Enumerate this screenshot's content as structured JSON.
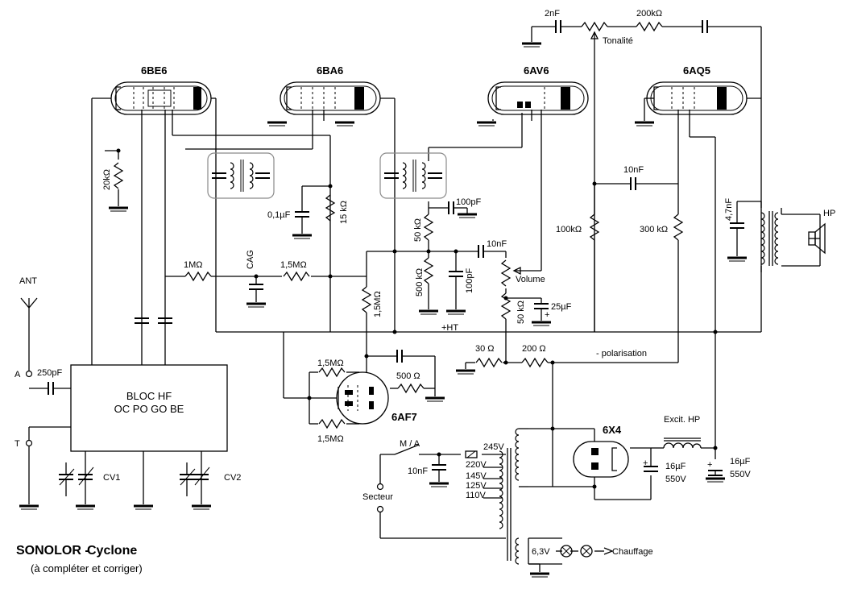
{
  "tubes": {
    "t1": "6BE6",
    "t2": "6BA6",
    "t3": "6AV6",
    "t4": "6AQ5",
    "t5": "6AF7",
    "t6": "6X4"
  },
  "labels": {
    "c_2nf": "2nF",
    "r_200k": "200kΩ",
    "tonalite": "Tonalité",
    "r_20k": "20kΩ",
    "c_01uf": "0,1µF",
    "r_15k": "15 kΩ",
    "c_100pf_a": "100pF",
    "r_50k_a": "50 kΩ",
    "c_10nf_a": "10nF",
    "r_100k": "100kΩ",
    "c_10nf_b": "10nF",
    "r_300k": "300 kΩ",
    "c_47nf": "4,7nF",
    "hp": "HP",
    "r_1m": "1MΩ",
    "cag": "CAG",
    "r_15m": "1,5MΩ",
    "r_500k": "500 kΩ",
    "c_100pf_b": "100pF",
    "volume": "Volume",
    "r_15m_b": "1,5MΩ",
    "r_50k_b": "50 kΩ",
    "c_25uf": "25µF",
    "ht": "+HT",
    "ant": "ANT",
    "a": "A",
    "c_250pf": "250pF",
    "bloc1": "BLOC HF",
    "bloc2": "OC PO GO BE",
    "t": "T",
    "cv1": "CV1",
    "cv2": "CV2",
    "r_30": "30 Ω",
    "r_200": "200 Ω",
    "polarisation": "- polarisation",
    "r_15m_c": "1,5MΩ",
    "r_500": "500 Ω",
    "r_15m_d": "1,5MΩ",
    "ma": "M / A",
    "c_10nf_c": "10nF",
    "v245": "245V",
    "v220": "220V",
    "v145": "145V",
    "v125": "125V",
    "v110": "110V",
    "secteur": "Secteur",
    "excit": "Excit. HP",
    "c16a_1": "16µF",
    "c16a_2": "550V",
    "c16b_1": "16µF",
    "c16b_2": "550V",
    "v63": "6,3V",
    "chauffage": "Chauffage",
    "plus1": "+",
    "plus2": "+",
    "plus3": "+"
  },
  "caption": {
    "brand": "SONOLOR -",
    "model": "Cyclone",
    "note": "(à compléter et corriger)"
  }
}
